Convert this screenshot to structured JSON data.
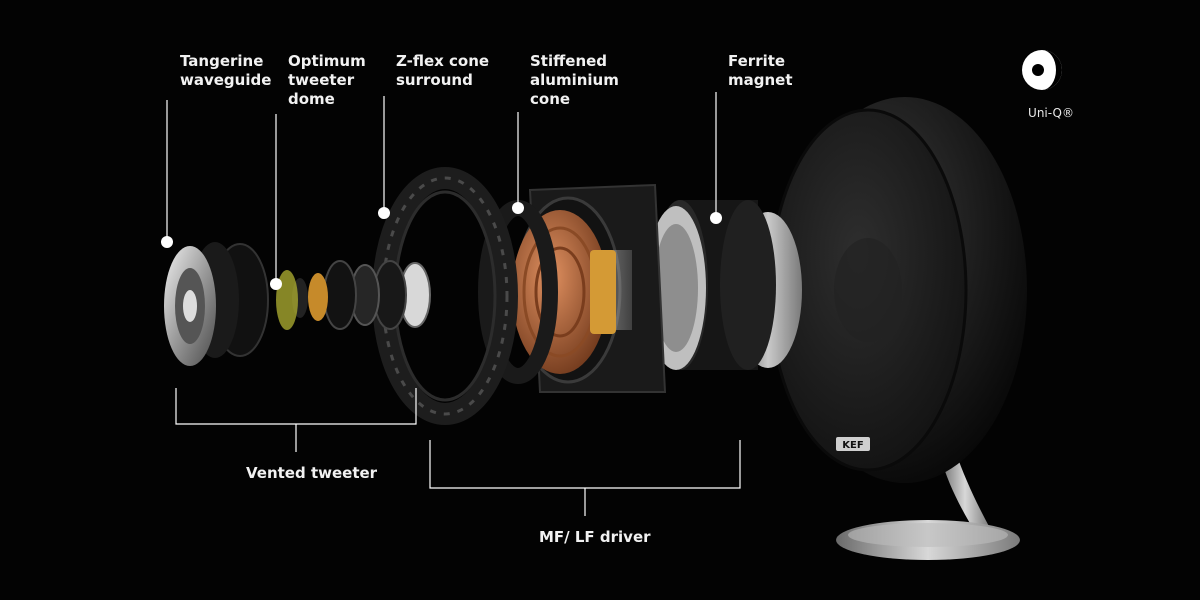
{
  "labels": {
    "tangerine": "Tangerine\nwaveguide",
    "tweeter_dome": "Optimum\ntweeter\ndome",
    "surround": "Z-flex cone\nsurround",
    "cone": "Stiffened\naluminium\ncone",
    "magnet": "Ferrite\nmagnet"
  },
  "groups": {
    "vented_tweeter": "Vented tweeter",
    "mf_lf_driver": "MF/ LF driver"
  },
  "brand": {
    "uni_q": "Uni-Q®",
    "kef_badge": "KEF"
  },
  "colors": {
    "background": "#030303",
    "label_text": "#f2f2f2",
    "callout_line": "#ffffff",
    "copper": "#b86b3e",
    "gold": "#d49a35"
  },
  "icons": [
    "uni-q-logo-icon"
  ]
}
